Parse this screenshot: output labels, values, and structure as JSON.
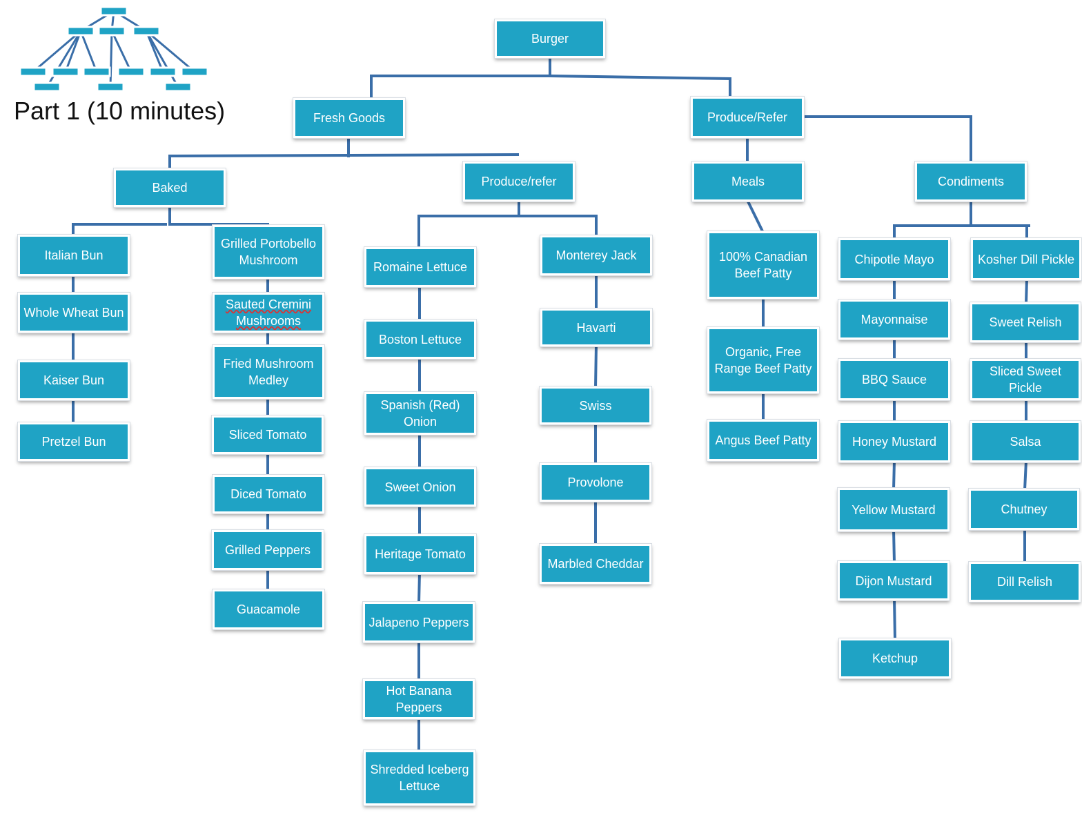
{
  "part_title": "Part 1 (10 minutes)",
  "colors": {
    "node": "#1fa3c5",
    "line": "#3a6ea8"
  },
  "nodes": {
    "burger": "Burger",
    "fresh_goods": "Fresh Goods",
    "produce_refer_top": "Produce/Refer",
    "baked": "Baked",
    "produce_refer_sub": "Produce/refer",
    "meals": "Meals",
    "condiments": "Condiments",
    "italian_bun": "Italian Bun",
    "whole_wheat_bun": "Whole Wheat Bun",
    "kaiser_bun": "Kaiser Bun",
    "pretzel_bun": "Pretzel Bun",
    "grilled_portobello": "Grilled Portobello Mushroom",
    "sauted_cremini": "Sauted Cremini Mushrooms",
    "fried_mushroom": "Fried Mushroom Medley",
    "sliced_tomato": "Sliced Tomato",
    "diced_tomato": "Diced Tomato",
    "grilled_peppers": "Grilled Peppers",
    "guacamole": "Guacamole",
    "romaine": "Romaine Lettuce",
    "boston": "Boston Lettuce",
    "spanish_onion": "Spanish (Red) Onion",
    "sweet_onion": "Sweet Onion",
    "heritage_tomato": "Heritage Tomato",
    "jalapeno": "Jalapeno Peppers",
    "hot_banana": "Hot Banana Peppers",
    "shredded_iceberg": "Shredded Iceberg Lettuce",
    "monterey_jack": "Monterey Jack",
    "havarti": "Havarti",
    "swiss": "Swiss",
    "provolone": "Provolone",
    "marbled_cheddar": "Marbled Cheddar",
    "canadian_beef": "100% Canadian Beef Patty",
    "organic_beef": "Organic, Free Range Beef Patty",
    "angus_beef": "Angus Beef Patty",
    "chipotle_mayo": "Chipotle Mayo",
    "mayonnaise": "Mayonnaise",
    "bbq_sauce": "BBQ Sauce",
    "honey_mustard": "Honey Mustard",
    "yellow_mustard": "Yellow Mustard",
    "dijon_mustard": "Dijon Mustard",
    "ketchup": "Ketchup",
    "kosher_dill": "Kosher Dill Pickle",
    "sweet_relish": "Sweet Relish",
    "sliced_sweet_pickle": "Sliced Sweet Pickle",
    "salsa": "Salsa",
    "chutney": "Chutney",
    "dill_relish": "Dill Relish"
  }
}
